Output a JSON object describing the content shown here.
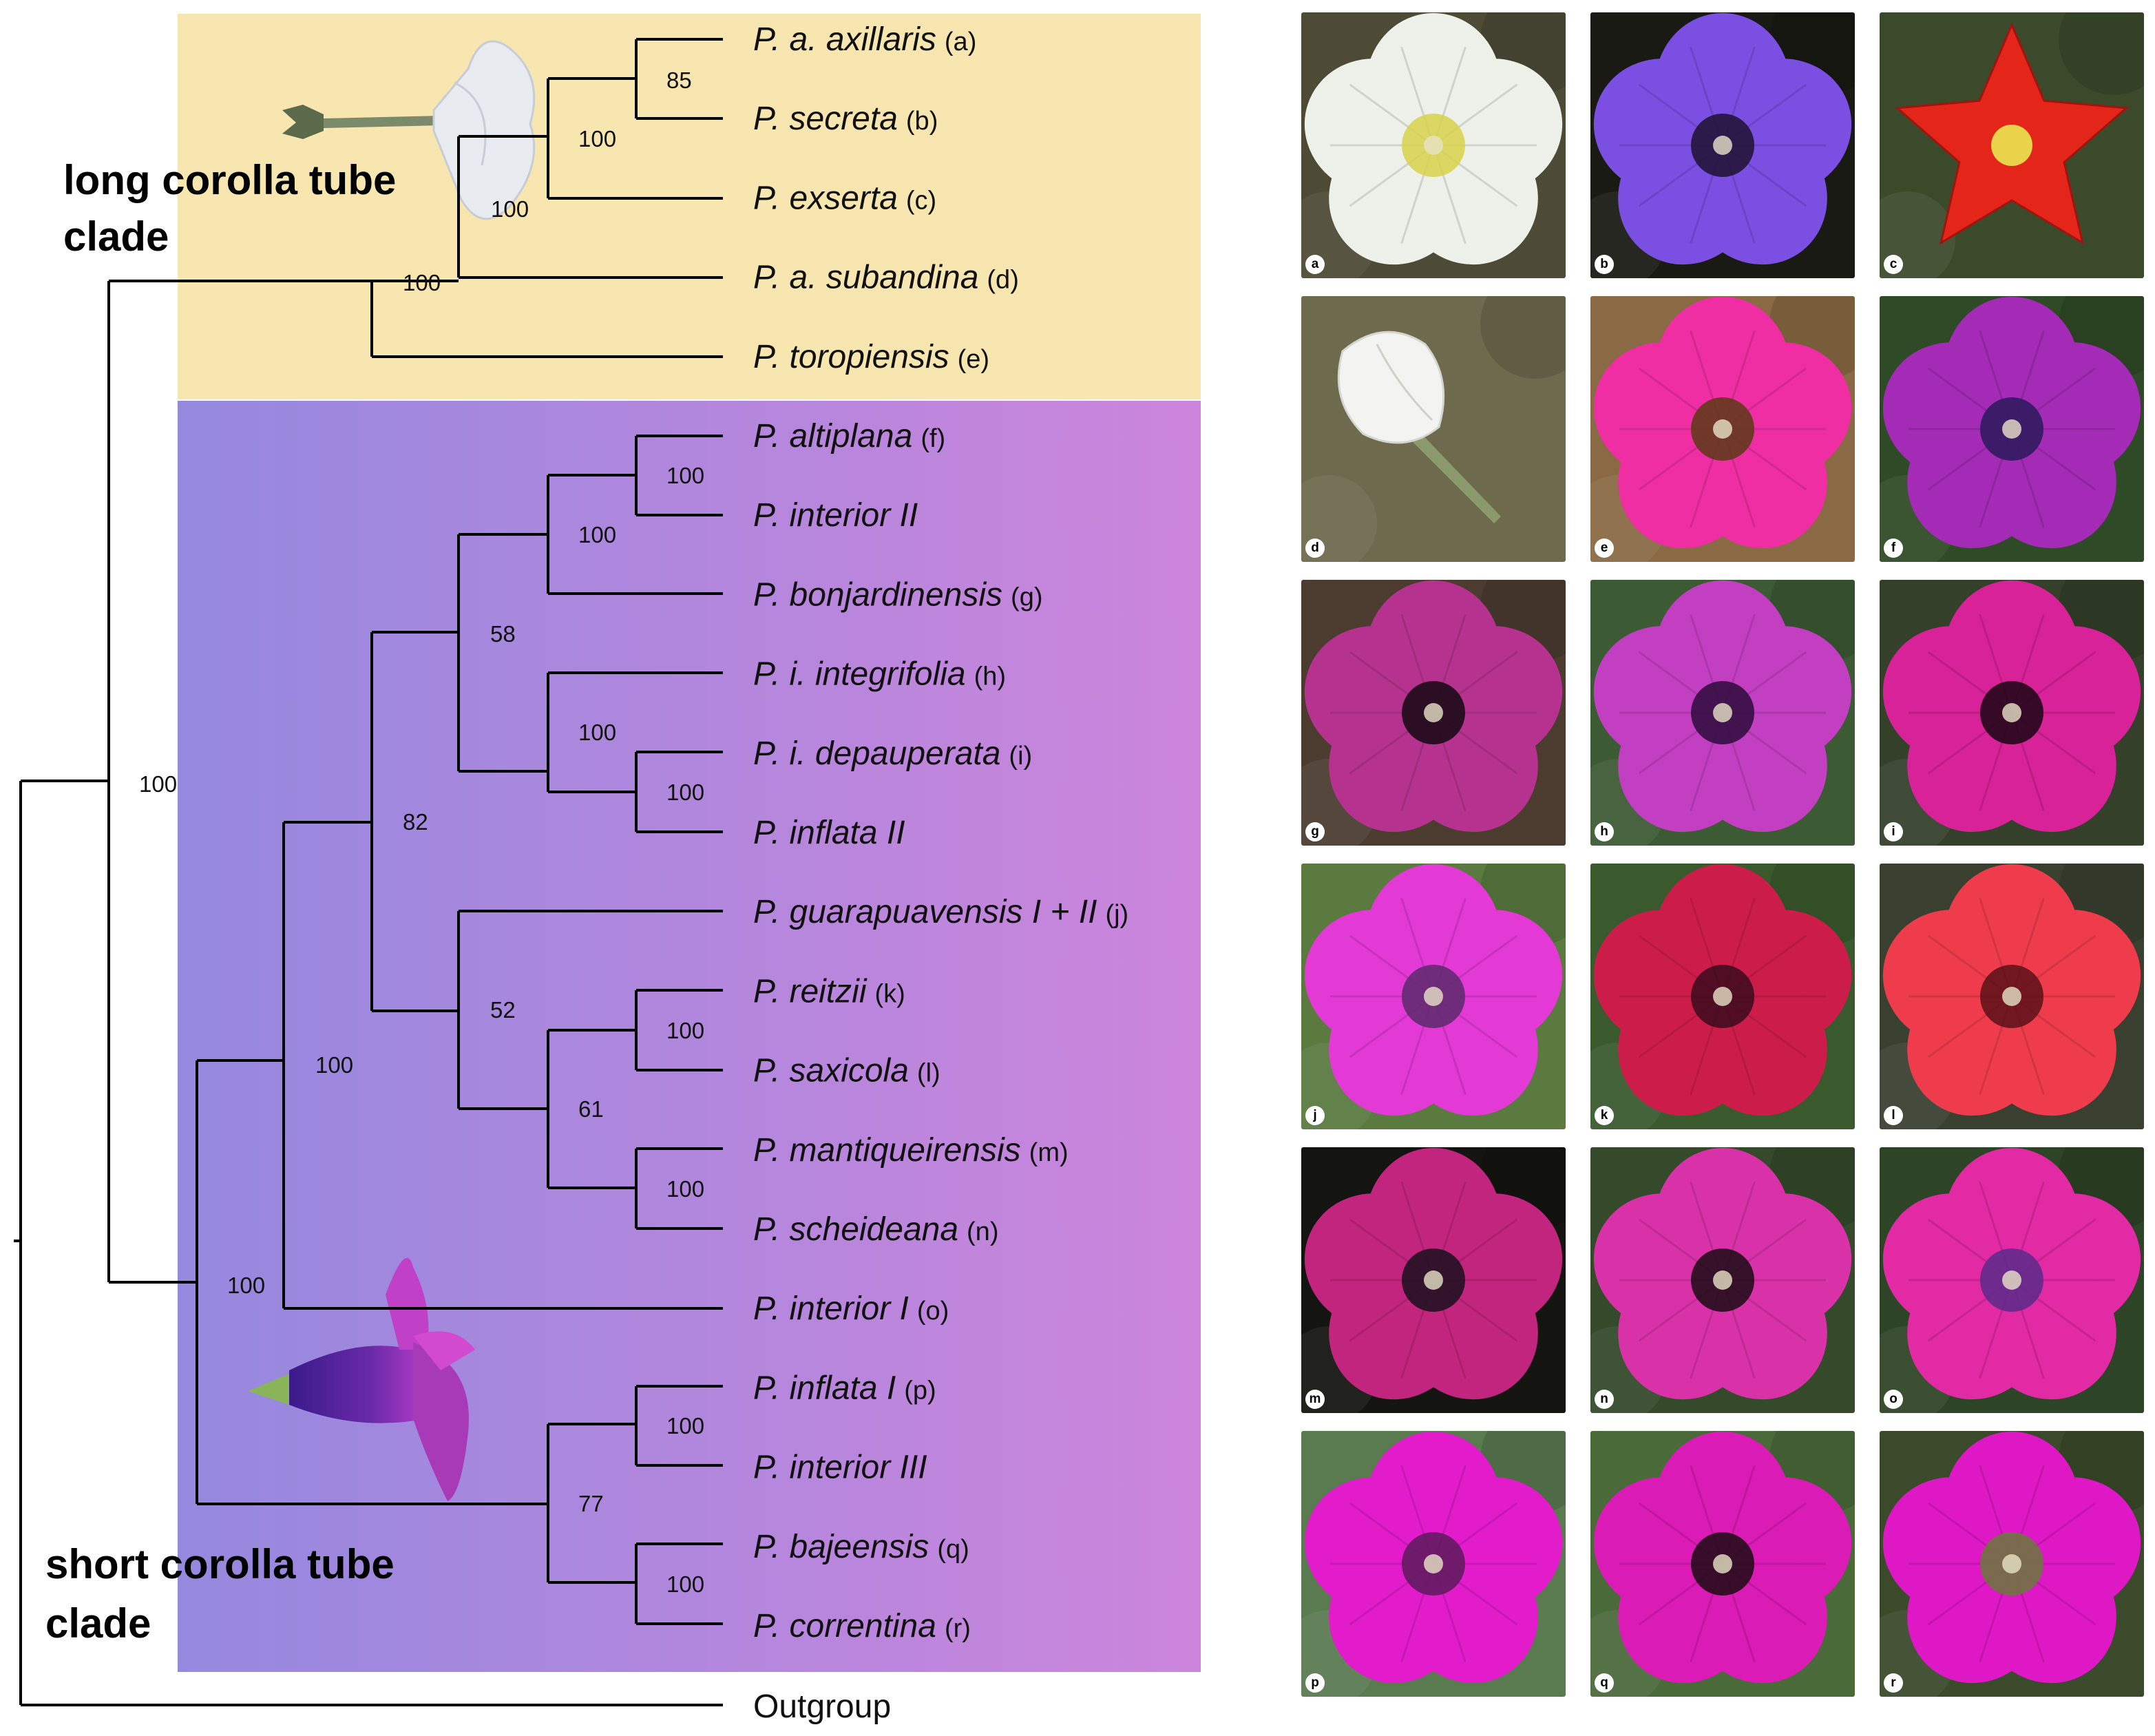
{
  "clades": {
    "long": {
      "title_line1": "long corolla tube",
      "title_line2": "clade",
      "color": "#f8e6b0"
    },
    "short": {
      "title_line1": "short corolla tube",
      "title_line2": "clade",
      "gradient_start": "#9589de",
      "gradient_end": "#cc85dc"
    }
  },
  "taxa": [
    {
      "name": "P. a. axillaris",
      "tag": "(a)"
    },
    {
      "name": "P. secreta",
      "tag": "(b)"
    },
    {
      "name": "P. exserta",
      "tag": "(c)"
    },
    {
      "name": "P. a. subandina",
      "tag": "(d)"
    },
    {
      "name": "P. toropiensis",
      "tag": "(e)"
    },
    {
      "name": "P. altiplana",
      "tag": "(f)"
    },
    {
      "name": "P. interior II",
      "tag": ""
    },
    {
      "name": "P. bonjardinensis",
      "tag": "(g)"
    },
    {
      "name": "P. i. integrifolia",
      "tag": "(h)"
    },
    {
      "name": "P. i. depauperata",
      "tag": "(i)"
    },
    {
      "name": "P. inflata II",
      "tag": ""
    },
    {
      "name": "P. guarapuavensis I + II",
      "tag": "(j)"
    },
    {
      "name": "P. reitzii",
      "tag": "(k)"
    },
    {
      "name": "P. saxicola",
      "tag": "(l)"
    },
    {
      "name": "P. mantiqueirensis",
      "tag": "(m)"
    },
    {
      "name": "P. scheideana",
      "tag": "(n)"
    },
    {
      "name": "P. interior I",
      "tag": "(o)"
    },
    {
      "name": "P. inflata I",
      "tag": "(p)"
    },
    {
      "name": "P. interior III",
      "tag": ""
    },
    {
      "name": "P. bajeensis",
      "tag": "(q)"
    },
    {
      "name": "P. correntina",
      "tag": "(r)"
    }
  ],
  "outgroup_label": "Outgroup",
  "support_values": [
    "85",
    "100",
    "100",
    "100",
    "100",
    "100",
    "100",
    "100",
    "58",
    "82",
    "100",
    "61",
    "100",
    "52",
    "100",
    "100",
    "100",
    "77",
    "100",
    "100",
    "100"
  ],
  "photos": [
    {
      "label": "a",
      "petal": "#eef0ea",
      "center": "#d8d24a",
      "bg": "#4d4a36",
      "shape": "round"
    },
    {
      "label": "b",
      "petal": "#7a4fe2",
      "center": "#1e1030",
      "bg": "#1a1a14",
      "shape": "round"
    },
    {
      "label": "c",
      "petal": "#e3251a",
      "center": "#e8d34a",
      "bg": "#3c4a2c",
      "shape": "star"
    },
    {
      "label": "d",
      "petal": "#f3f3f1",
      "center": "#f3f3f1",
      "bg": "#6e6a4e",
      "shape": "side"
    },
    {
      "label": "e",
      "petal": "#ef2ea3",
      "center": "#5a3a14",
      "bg": "#8a6a44",
      "shape": "round"
    },
    {
      "label": "f",
      "petal": "#a32bb6",
      "center": "#2a1a5c",
      "bg": "#2f4a26",
      "shape": "round"
    },
    {
      "label": "g",
      "petal": "#b5338e",
      "center": "#140812",
      "bg": "#4c3c30",
      "shape": "round"
    },
    {
      "label": "h",
      "petal": "#c33fc2",
      "center": "#2c0c3a",
      "bg": "#3c5a34",
      "shape": "round"
    },
    {
      "label": "i",
      "petal": "#d72298",
      "center": "#1a0612",
      "bg": "#34402a",
      "shape": "round"
    },
    {
      "label": "j",
      "petal": "#e33ad6",
      "center": "#5a2a6a",
      "bg": "#5a7a40",
      "shape": "round"
    },
    {
      "label": "k",
      "petal": "#cc1d4a",
      "center": "#3a0a1c",
      "bg": "#3a5a2e",
      "shape": "round"
    },
    {
      "label": "l",
      "petal": "#ee3c4c",
      "center": "#5a1018",
      "bg": "#3a4030",
      "shape": "round"
    },
    {
      "label": "m",
      "petal": "#c2257e",
      "center": "#1a101c",
      "bg": "#141410",
      "shape": "round"
    },
    {
      "label": "n",
      "petal": "#d932a9",
      "center": "#1a0a14",
      "bg": "#344a2a",
      "shape": "round"
    },
    {
      "label": "o",
      "petal": "#e12aa4",
      "center": "#5a2a8a",
      "bg": "#2e4426",
      "shape": "round"
    },
    {
      "label": "p",
      "petal": "#e21ccb",
      "center": "#5a1a5a",
      "bg": "#5a7a50",
      "shape": "round"
    },
    {
      "label": "q",
      "petal": "#db1bb5",
      "center": "#1a0a10",
      "bg": "#4a6a3a",
      "shape": "round"
    },
    {
      "label": "r",
      "petal": "#de18c4",
      "center": "#6a7a3a",
      "bg": "#3a4a2a",
      "shape": "round"
    }
  ]
}
